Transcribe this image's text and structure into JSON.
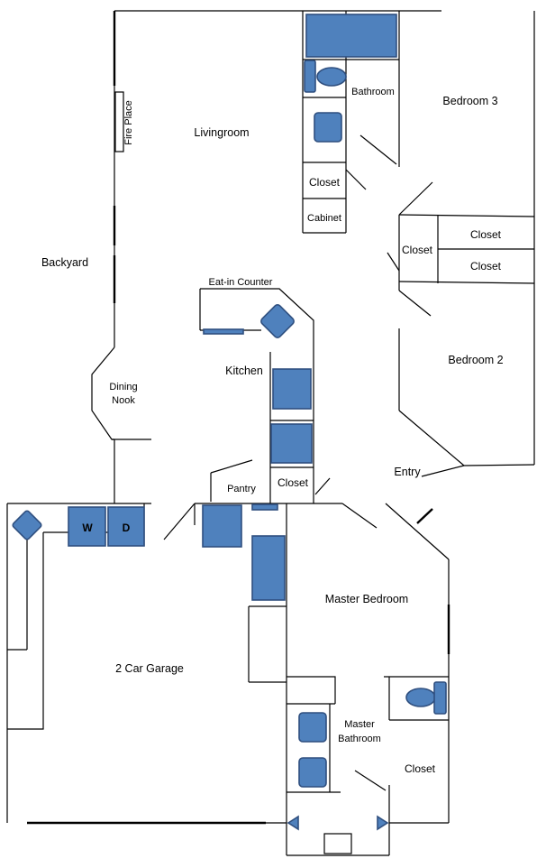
{
  "rooms": {
    "livingroom": "Livingroom",
    "bathroom": "Bathroom",
    "bedroom3": "Bedroom 3",
    "fireplace": "Fire Place",
    "closet_hall": "Closet",
    "cabinet": "Cabinet",
    "closet_center": "Closet",
    "closet_b3": "Closet",
    "closet_b2": "Closet",
    "backyard": "Backyard",
    "eat_in_counter": "Eat-in Counter",
    "kitchen": "Kitchen",
    "bedroom2": "Bedroom 2",
    "dining_line1": "Dining",
    "dining_line2": "Nook",
    "entry": "Entry",
    "pantry": "Pantry",
    "closet_kitchen": "Closet",
    "master_bedroom": "Master Bedroom",
    "garage": "2 Car Garage",
    "master_bath_line1": "Master",
    "master_bath_line2": "Bathroom",
    "closet_master": "Closet"
  },
  "appliances": {
    "washer": "W",
    "dryer": "D"
  },
  "colors": {
    "fixture_fill": "#4f81bd",
    "fixture_stroke": "#2f4f7f",
    "wall": "#000000",
    "background": "#ffffff"
  }
}
